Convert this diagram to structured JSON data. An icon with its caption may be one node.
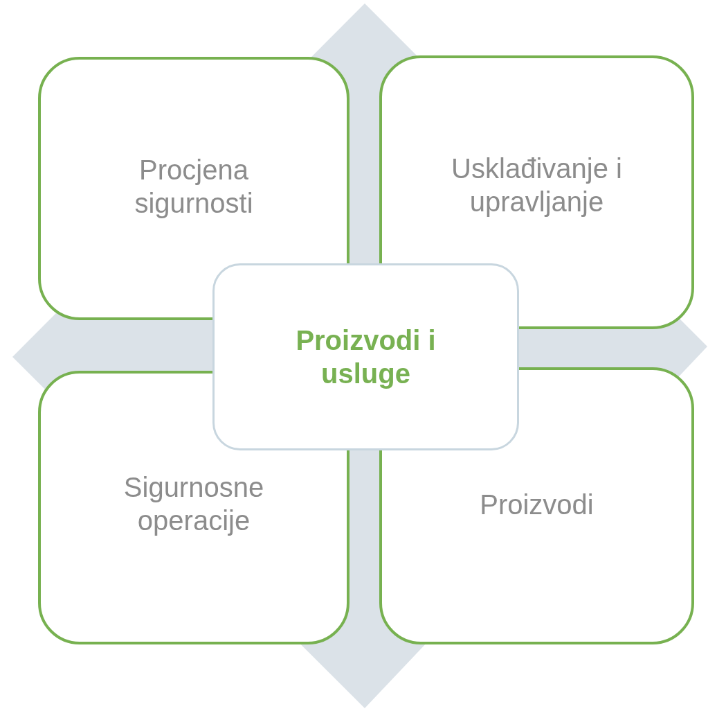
{
  "diagram": {
    "nodes": [
      {
        "text": [
          "Procjena sigurnosti"
        ]
      },
      {
        "text": [
          "Usklađivanje i upravljanje"
        ]
      },
      {
        "text": [
          "Proizvodi i usluge"
        ]
      },
      {
        "text": [
          "Sigurnosne operacije"
        ]
      },
      {
        "text": [
          "Proizvodi"
        ]
      }
    ]
  }
}
